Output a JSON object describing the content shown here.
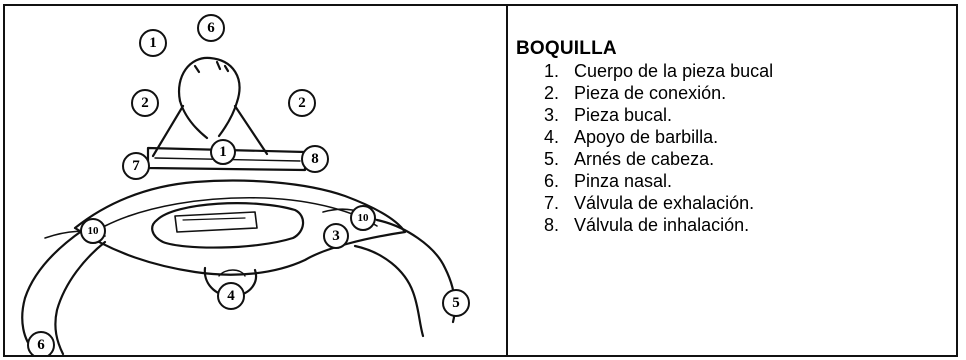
{
  "panel": {
    "title": "BOQUILLA",
    "items": [
      {
        "num": "1.",
        "label": "Cuerpo de la pieza bucal"
      },
      {
        "num": "2.",
        "label": "Pieza de conexión."
      },
      {
        "num": "3.",
        "label": "Pieza bucal."
      },
      {
        "num": "4.",
        "label": "Apoyo de barbilla."
      },
      {
        "num": "5.",
        "label": "Arnés de cabeza."
      },
      {
        "num": "6.",
        "label": "Pinza nasal."
      },
      {
        "num": "7.",
        "label": "Válvula de exhalación."
      },
      {
        "num": "8.",
        "label": "Válvula de inhalación."
      }
    ]
  },
  "diagram": {
    "callouts": {
      "c1_top": "1",
      "c6_top": "6",
      "c2_left": "2",
      "c2_right": "2",
      "c7": "7",
      "c1_center": "1",
      "c8": "8",
      "c3": "3",
      "c10_left": "10",
      "c10_right": "10",
      "c4": "4",
      "c5": "5",
      "c6_bottom": "6"
    }
  }
}
